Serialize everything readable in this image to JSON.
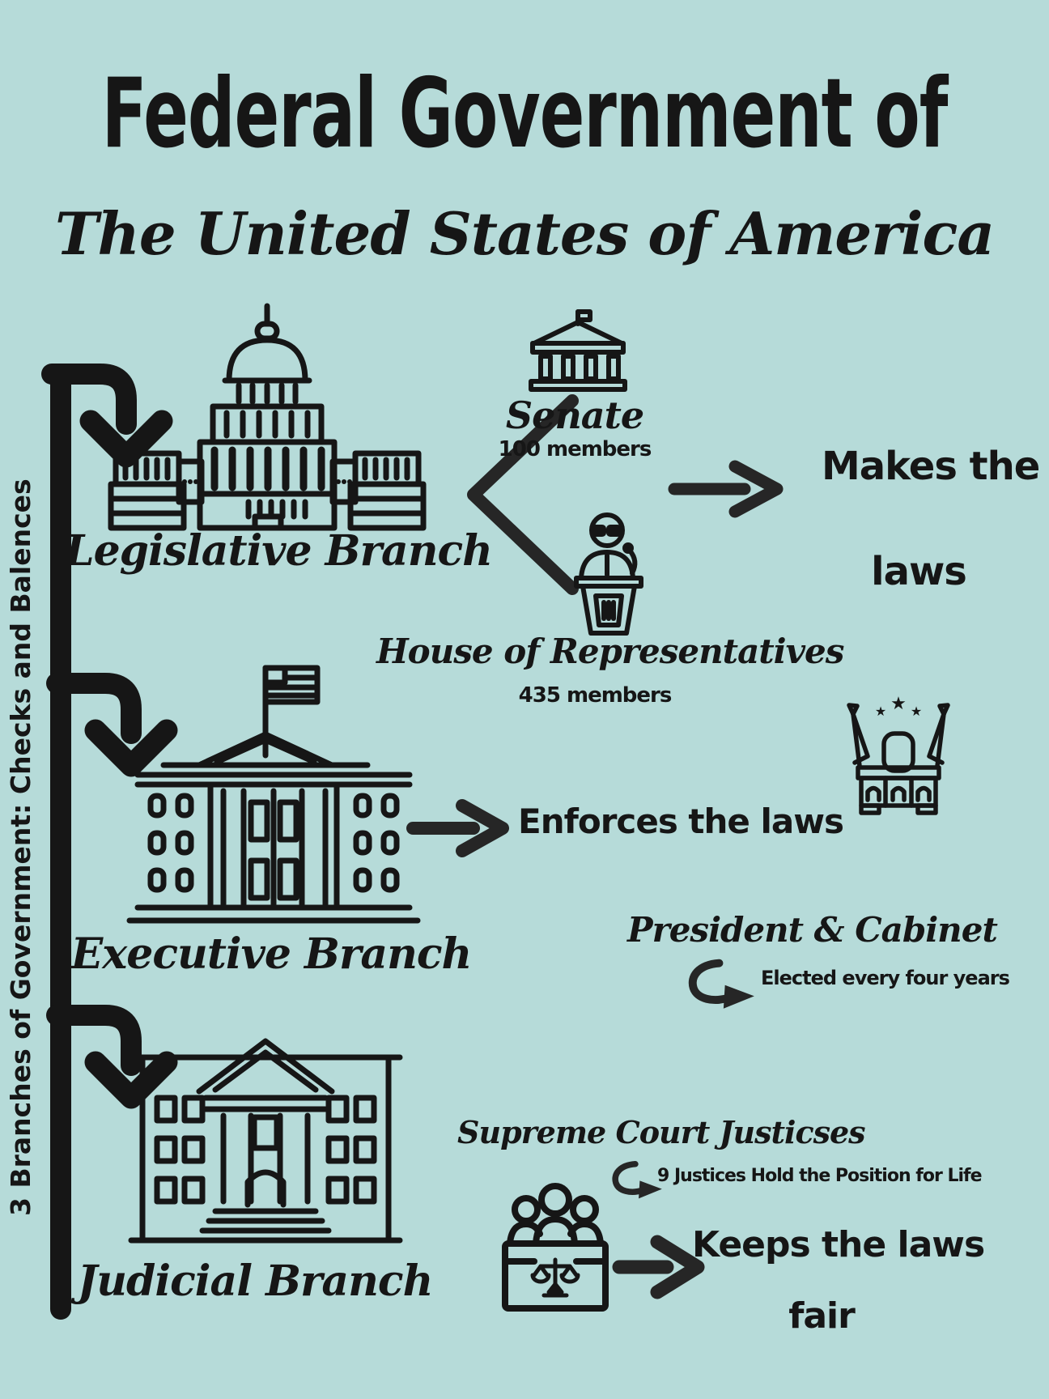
{
  "colors": {
    "background": "#b6dbd9",
    "ink": "#161616",
    "arrow": "#262626"
  },
  "title": {
    "line1": "Federal Government of",
    "line2": "The United States of America"
  },
  "sidebar": {
    "label": "3 Branches of Government: Checks and Balences"
  },
  "legislative": {
    "label": "Legislative Branch",
    "senate": {
      "label": "Senate",
      "members": "100 members"
    },
    "house": {
      "label": "House of Representatives",
      "members": "435 members"
    },
    "function_line1": "Makes the",
    "function_line2": "laws"
  },
  "executive": {
    "label": "Executive Branch",
    "function": "Enforces the laws",
    "who": "President & Cabinet",
    "note": "Elected every four years"
  },
  "judicial": {
    "label": "Judicial Branch",
    "who": "Supreme Court Justicses",
    "note": "9 Justices Hold the Position for Life",
    "function_line1": "Keeps the laws",
    "function_line2": "fair"
  },
  "icons": {
    "capitol": "capitol-building-icon",
    "senate": "senate-building-icon",
    "house": "speaker-podium-icon",
    "white_house": "white-house-icon",
    "desk": "resolute-desk-icon",
    "courthouse": "courthouse-icon",
    "judges": "judges-bench-icon"
  }
}
